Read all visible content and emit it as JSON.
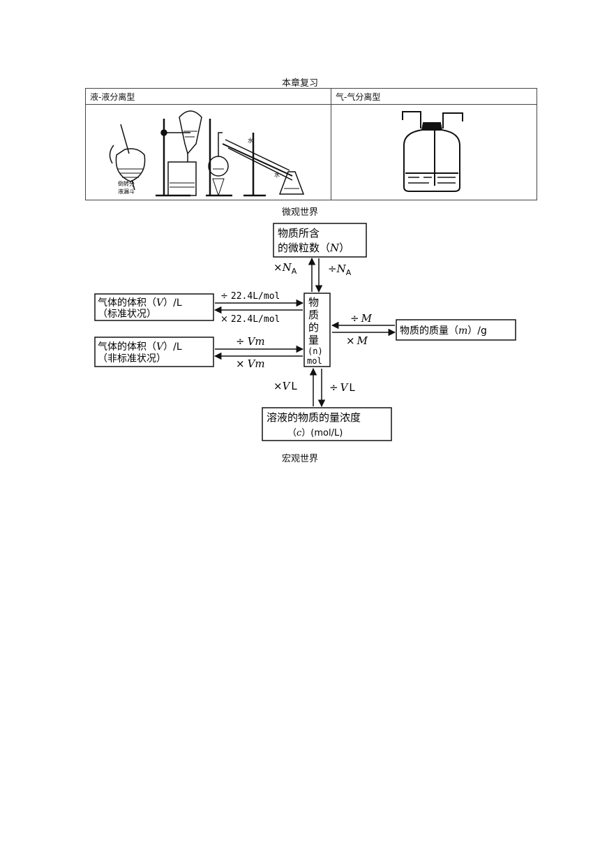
{
  "review_title": "本章复习",
  "separation_table": {
    "headers": [
      "液-液分离型",
      "气-气分离型"
    ],
    "figure_labels": {
      "funnel_caption_line1": "倒转分",
      "funnel_caption_line2": "液漏斗",
      "water_in": "水",
      "water_out": "水"
    }
  },
  "micro_label": "微观世界",
  "macro_label": "宏观世界",
  "diagram": {
    "particles": {
      "line1": "物质所含",
      "line2_pre": "的微粒数（",
      "sym": "N",
      "line2_post": "）"
    },
    "center": {
      "c1": "物",
      "c2": "质",
      "c3": "的",
      "c4": "量",
      "c5": "(n)",
      "c6": "mol"
    },
    "gas_std": {
      "line1_pre": "气体的体积（",
      "sym": "V",
      "line1_post": "）/L",
      "line2": "（标准状况）"
    },
    "gas_nonstd": {
      "line1_pre": "气体的体积（",
      "sym": "V",
      "line1_post": "）/L",
      "line2": "（非标准状况）"
    },
    "mass": {
      "pre": "物质的质量（",
      "sym": "m",
      "post": "）/g"
    },
    "conc": {
      "line1": "溶液的物质的量浓度",
      "line2_pre": "（",
      "sym": "c",
      "line2_post": "）(mol/L)"
    },
    "ops": {
      "times_sign": "×",
      "div_sign": "÷",
      "na_sym": "N",
      "na_sub": "A",
      "vm_sym": "Vm",
      "m_sym": "M",
      "v_sym": "V",
      "l_unit": "L",
      "std_value": "22.4L/mol"
    }
  }
}
